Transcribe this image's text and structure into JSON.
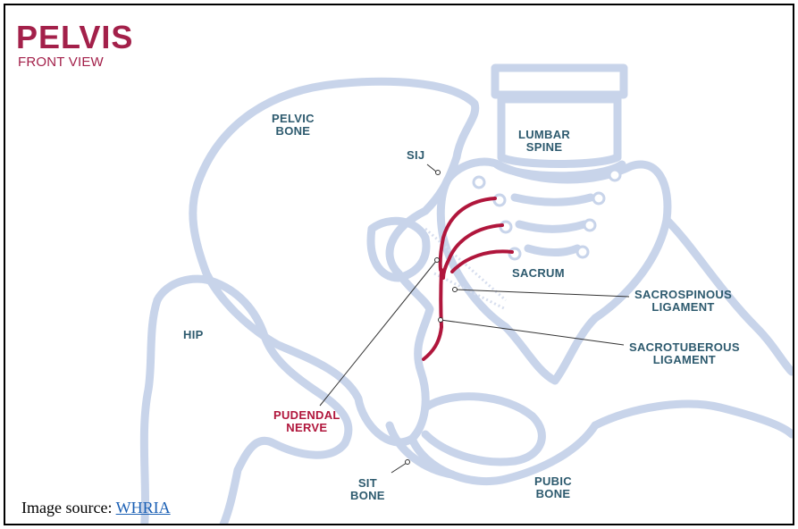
{
  "title": "PELVIS",
  "subtitle": "FRONT VIEW",
  "labels": {
    "pelvic_bone": [
      "PELVIC",
      "BONE"
    ],
    "lumbar_spine": [
      "LUMBAR",
      "SPINE"
    ],
    "sij": "SIJ",
    "sacrum": "SACRUM",
    "sacrospinous": [
      "SACROSPINOUS",
      "LIGAMENT"
    ],
    "sacrotuberous": [
      "SACROTUBEROUS",
      "LIGAMENT"
    ],
    "hip": "HIP",
    "pudendal_nerve": [
      "PUDENDAL",
      "NERVE"
    ],
    "sit_bone": [
      "SIT",
      "BONE"
    ],
    "pubic_bone": [
      "PUBIC",
      "BONE"
    ]
  },
  "source": {
    "prefix": "Image source:",
    "link_text": "WHRIA"
  },
  "colors": {
    "bone_outline": "#c8d4ea",
    "label_text": "#2d5a6e",
    "nerve": "#b0163c",
    "title": "#a3204a"
  }
}
